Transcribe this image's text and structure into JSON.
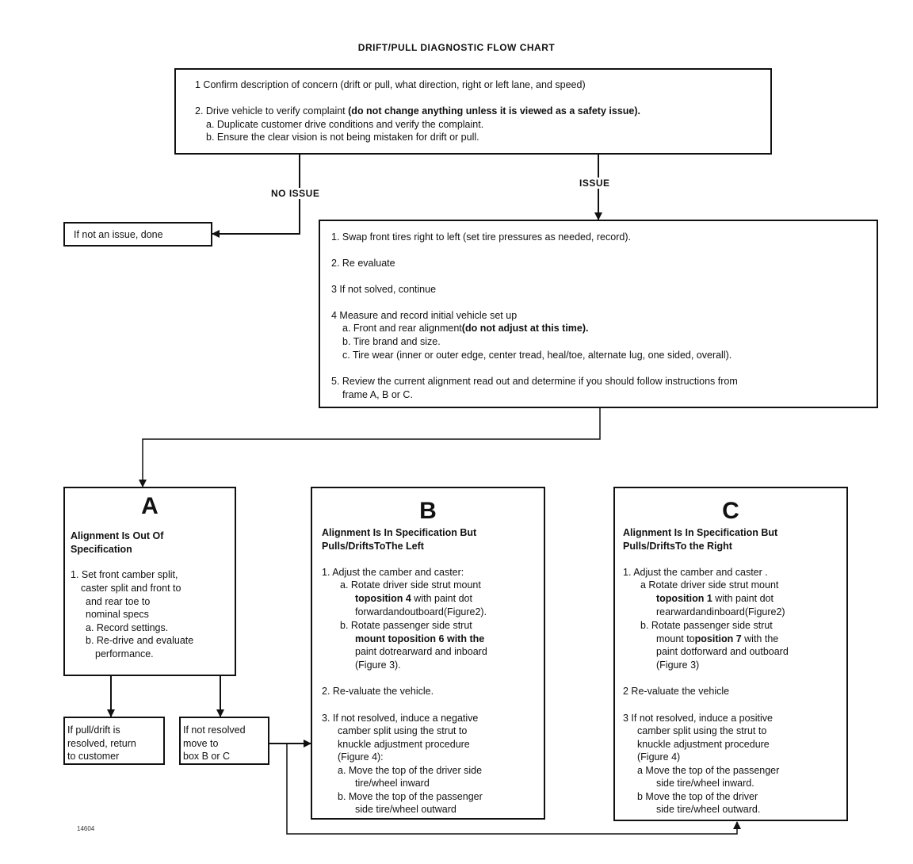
{
  "title": "DRIFT/PULL DIAGNOSTIC FLOW CHART",
  "top_box": {
    "line1": "1  Confirm description of concern  (drift or pull, what direction, right or left lane, and speed)",
    "line2a": "2. Drive vehicle to verify complaint ",
    "line2b": "(do not change anything unless it is viewed as a safety issue).",
    "line3": "a. Duplicate customer drive conditions and verify the complaint.",
    "line4": "b. Ensure the clear vision is not being mistaken for drift or pull."
  },
  "labels": {
    "no_issue": "NO ISSUE",
    "issue": "ISSUE"
  },
  "done_box": "If not an issue, done",
  "issue_box": {
    "l1": "1. Swap front tires right to left (set tire pressures as needed, record).",
    "l2": "2. Re evaluate",
    "l3": "3  If not solved, continue",
    "l4": "4  Measure and record initial vehicle set up",
    "l5a": "a. Front and rear alignment",
    "l5b": "(do not adjust at this time).",
    "l6": "b. Tire brand and size.",
    "l7": "c. Tire wear (inner or outer edge, center tread, heal/toe, alternate lug, one sided, overall).",
    "l8": "5. Review the current alignment read out and determine if you should follow instructions from",
    "l9": "frame A, B or C."
  },
  "box_a": {
    "letter": "A",
    "h1": "Alignment Is Out Of",
    "h2": "Specification",
    "l1": "1. Set front camber split,",
    "l2": "caster split and front to",
    "l3": "and rear toe to",
    "l4": "nominal specs",
    "l5": "a. Record settings.",
    "l6": "b. Re-drive and evaluate",
    "l7": "performance."
  },
  "box_b": {
    "letter": "B",
    "h1": "Alignment Is In Specification But",
    "h2": "Pulls/DriftsToThe Left",
    "l1": "1. Adjust the camber and caster:",
    "l2": "a. Rotate driver side strut mount",
    "l3a": "toposition 4",
    "l3b": " with paint dot",
    "l4": "forwardandoutboard(Figure2).",
    "l5": "b. Rotate passenger side strut",
    "l6a": "mount to",
    "l6b": "position 6",
    "l6c": " with the",
    "l7": "paint dotrearward and inboard",
    "l8": "(Figure 3).",
    "l9": "2. Re-valuate the vehicle.",
    "l10": "3. If not resolved, induce a negative",
    "l11": "camber split using the strut to",
    "l12": "knuckle adjustment procedure",
    "l13": "(Figure 4):",
    "l14": "a.   Move the top of the driver side",
    "l15": "tire/wheel inward",
    "l16": "b.   Move the top of the passenger",
    "l17": "side tire/wheel outward"
  },
  "box_c": {
    "letter": "C",
    "h1": "Alignment Is In Specification But",
    "h2": "Pulls/DriftsTo the Right",
    "l1": "1. Adjust the camber and caster .",
    "l2": "a   Rotate driver side strut mount",
    "l3a": "toposition 1",
    "l3b": " with paint dot",
    "l4": "rearwardandinboard(Figure2)",
    "l5": "b. Rotate passenger side strut",
    "l6a": "mount to",
    "l6b": "position 7",
    "l6c": " with the",
    "l7": "paint dotforward and outboard",
    "l8": "(Figure 3)",
    "l9": "2  Re-valuate the vehicle",
    "l10": "3  If not resolved, induce a positive",
    "l11": "camber split using the strut to",
    "l12": "knuckle adjustment procedure",
    "l13": "(Figure 4)",
    "l14": "a    Move the top of the passenger",
    "l15": "side tire/wheel inward.",
    "l16": "b    Move the top of the driver",
    "l17": "side tire/wheel outward."
  },
  "resolved_box": {
    "l1": "If pull/drift is",
    "l2": "resolved, return",
    "l3": "to customer"
  },
  "notresolved_box": {
    "l1": "If not resolved",
    "l2": "move to",
    "l3": "box B or C"
  },
  "footnote": "14604"
}
